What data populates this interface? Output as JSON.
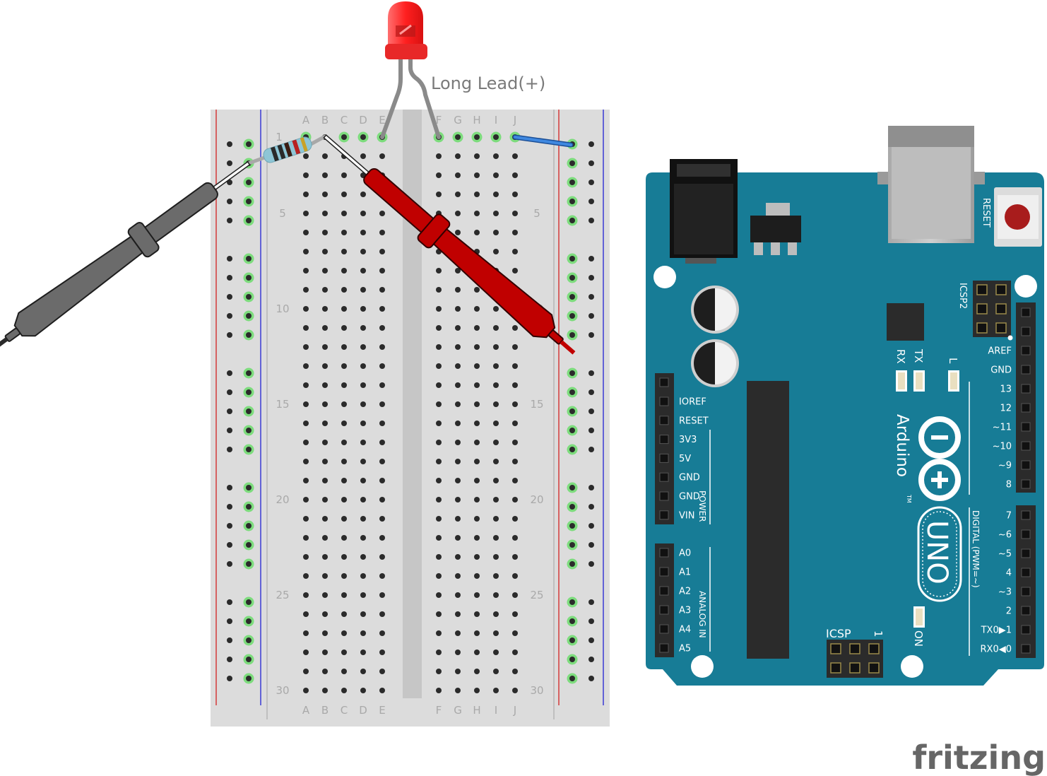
{
  "annotation": {
    "led_lead": "Long Lead(+)"
  },
  "breadboard": {
    "column_letters_left": [
      "A",
      "B",
      "C",
      "D",
      "E"
    ],
    "column_letters_right": [
      "F",
      "G",
      "H",
      "I",
      "J"
    ],
    "row_numbers": [
      "1",
      "5",
      "10",
      "15",
      "20",
      "25",
      "30"
    ]
  },
  "arduino": {
    "reset_label": "RESET",
    "icsp2_label": "ICSP2",
    "icsp_label": "ICSP",
    "icsp_pin1": "1",
    "rx_label": "RX",
    "tx_label": "TX",
    "l_label": "L",
    "on_label": "ON",
    "brand": "Arduino",
    "tm": "TM",
    "model": "UNO",
    "power_group": "POWER",
    "analog_group": "ANALOG IN",
    "digital_group": "DIGITAL (PWM=~)",
    "power_pins": [
      "IOREF",
      "RESET",
      "3V3",
      "5V",
      "GND",
      "GND",
      "VIN"
    ],
    "analog_pins": [
      "A0",
      "A1",
      "A2",
      "A3",
      "A4",
      "A5"
    ],
    "digital_pins_top": [
      "AREF",
      "GND",
      "13",
      "12",
      "~11",
      "~10",
      "~9",
      "8"
    ],
    "digital_pins_bottom": [
      "7",
      "~6",
      "~5",
      "4",
      "~3",
      "2",
      "TX0▶1",
      "RX0◀0"
    ]
  },
  "watermark": "fritzing",
  "colors": {
    "board_teal": "#177c96",
    "probe_red": "#c00000",
    "probe_gray": "#6b6b6b",
    "led_red": "#ff3b3b",
    "jumper_blue": "#2a6fc9",
    "hole_active": "#7ddc7d"
  }
}
